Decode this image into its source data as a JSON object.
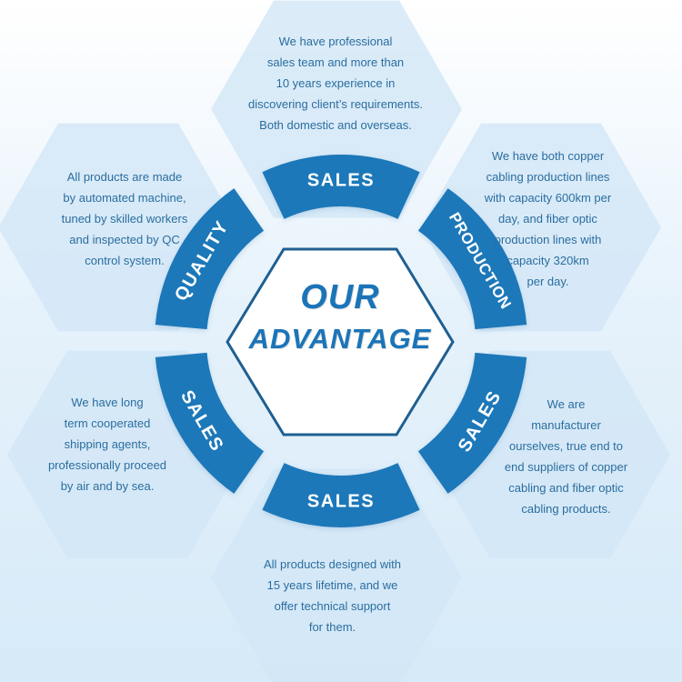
{
  "center": {
    "line1": "OUR",
    "line2": "ADVANTAGE"
  },
  "segments": [
    {
      "id": "top",
      "label": "SALES"
    },
    {
      "id": "upper-right",
      "label": "PRODUCTION"
    },
    {
      "id": "lower-right",
      "label": "SALES"
    },
    {
      "id": "bottom",
      "label": "SALES"
    },
    {
      "id": "lower-left",
      "label": "SALES"
    },
    {
      "id": "upper-left",
      "label": "QUALITY"
    }
  ],
  "panels": [
    {
      "id": "top",
      "lines": [
        "We have professional",
        "sales team and more than",
        "10 years experience in",
        "discovering client’s requirements.",
        "Both domestic and overseas."
      ]
    },
    {
      "id": "upper-right",
      "lines": [
        "We have both copper",
        "cabling production lines",
        "with capacity 600km per",
        "day, and fiber optic",
        "production lines with",
        "capacity 320km",
        "per day."
      ]
    },
    {
      "id": "lower-right",
      "lines": [
        "We are",
        "manufacturer",
        "ourselves, true end to",
        "end suppliers of copper",
        "cabling and fiber optic",
        "cabling products."
      ]
    },
    {
      "id": "bottom",
      "lines": [
        "All products designed with",
        "15 years lifetime, and we",
        "offer technical support",
        "for them."
      ]
    },
    {
      "id": "lower-left",
      "lines": [
        "We have long",
        "term cooperated",
        "shipping agents,",
        "professionally proceed",
        "by air and by sea."
      ]
    },
    {
      "id": "upper-left",
      "lines": [
        "All products are made",
        "by automated machine,",
        "tuned by skilled workers",
        "and inspected by QC",
        "control system."
      ]
    }
  ],
  "colors": {
    "ring": "#1e78b9",
    "panel": "#d3e7f6",
    "text": "#2a6e9f",
    "title": "#1b74b8"
  }
}
